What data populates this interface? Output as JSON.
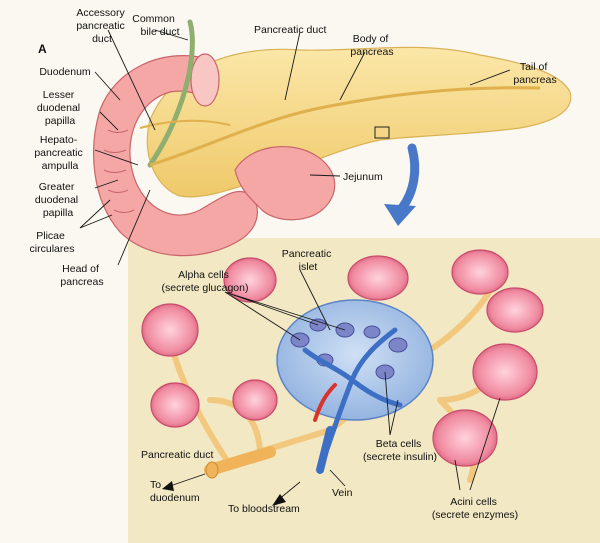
{
  "figure": {
    "panel_marker": "A",
    "colors": {
      "background_top": "#fbf8f1",
      "background_bottom": "#f2e8c4",
      "pancreas": "#f6d98a",
      "pancreas_edge": "#d9b256",
      "duodenum": "#f4a7a4",
      "duodenum_edge": "#c9656a",
      "duct_green": "#8fae6f",
      "islet_blue": "#a9c3e8",
      "vessel_blue": "#3d6fc4",
      "acini_pink": "#f08aa0",
      "acini_edge": "#c94a6a",
      "arrow_blue": "#4a78c8",
      "artery_red": "#d9342b"
    },
    "labels": {
      "accessory_duct": [
        "Accessory",
        "pancreatic",
        "duct"
      ],
      "common_bile_duct": [
        "Common",
        "bile duct"
      ],
      "pancreatic_duct_top": [
        "Pancreatic duct"
      ],
      "body": [
        "Body of",
        "pancreas"
      ],
      "tail": [
        "Tail of",
        "pancreas"
      ],
      "duodenum": [
        "Duodenum"
      ],
      "lesser_papilla": [
        "Lesser",
        "duodenal",
        "papilla"
      ],
      "hepato_ampulla": [
        "Hepato-",
        "pancreatic",
        "ampulla"
      ],
      "greater_papilla": [
        "Greater",
        "duodenal",
        "papilla"
      ],
      "plicae": [
        "Plicae",
        "circulares"
      ],
      "head": [
        "Head of",
        "pancreas"
      ],
      "jejunum": [
        "Jejunum"
      ],
      "islet": [
        "Pancreatic",
        "islet"
      ],
      "alpha": [
        "Alpha cells",
        "(secrete glucagon)"
      ],
      "beta": [
        "Beta cells",
        "(secrete insulin)"
      ],
      "acini": [
        "Acini cells",
        "(secrete enzymes)"
      ],
      "pancreatic_duct_bottom": [
        "Pancreatic duct"
      ],
      "to_duodenum": [
        "To",
        "duodenum"
      ],
      "to_bloodstream": [
        "To bloodstream"
      ],
      "vein": [
        "Vein"
      ]
    }
  }
}
